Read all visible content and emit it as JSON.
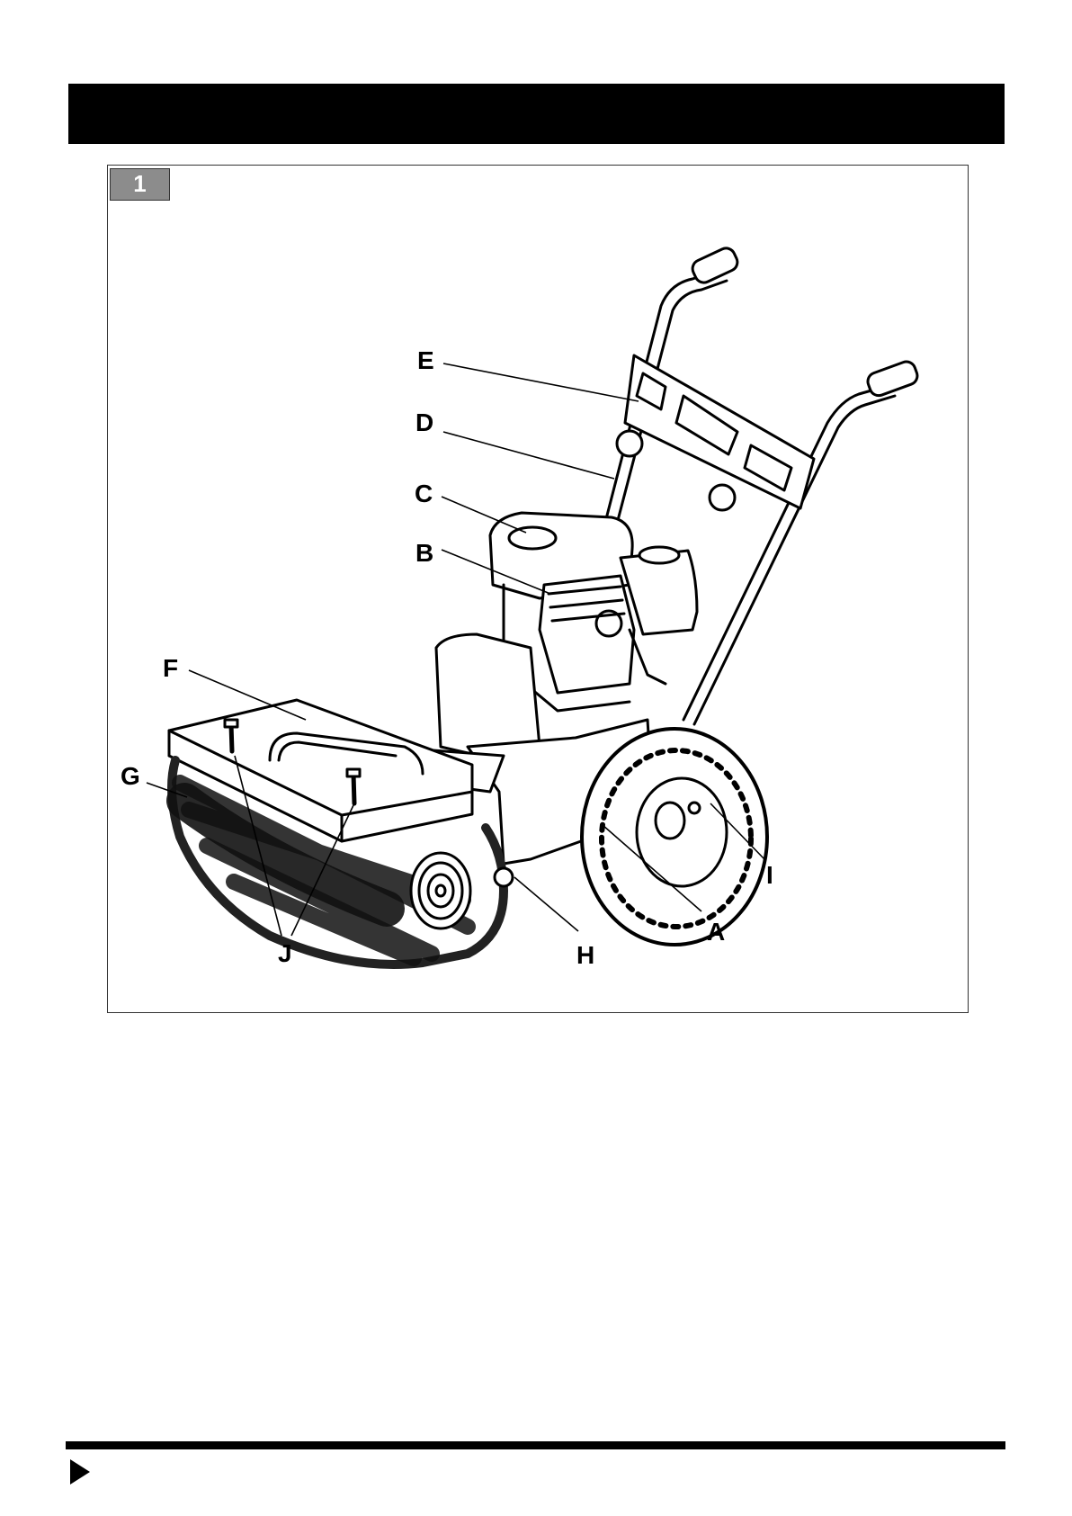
{
  "header": {
    "title": ""
  },
  "figure": {
    "number": "1",
    "callouts": {
      "A": "A",
      "B": "B",
      "C": "C",
      "D": "D",
      "E": "E",
      "F": "F",
      "G": "G",
      "H": "H",
      "I": "I",
      "J": "J"
    }
  },
  "colors": {
    "bar": "#000000",
    "badge": "#8c8c8c"
  }
}
